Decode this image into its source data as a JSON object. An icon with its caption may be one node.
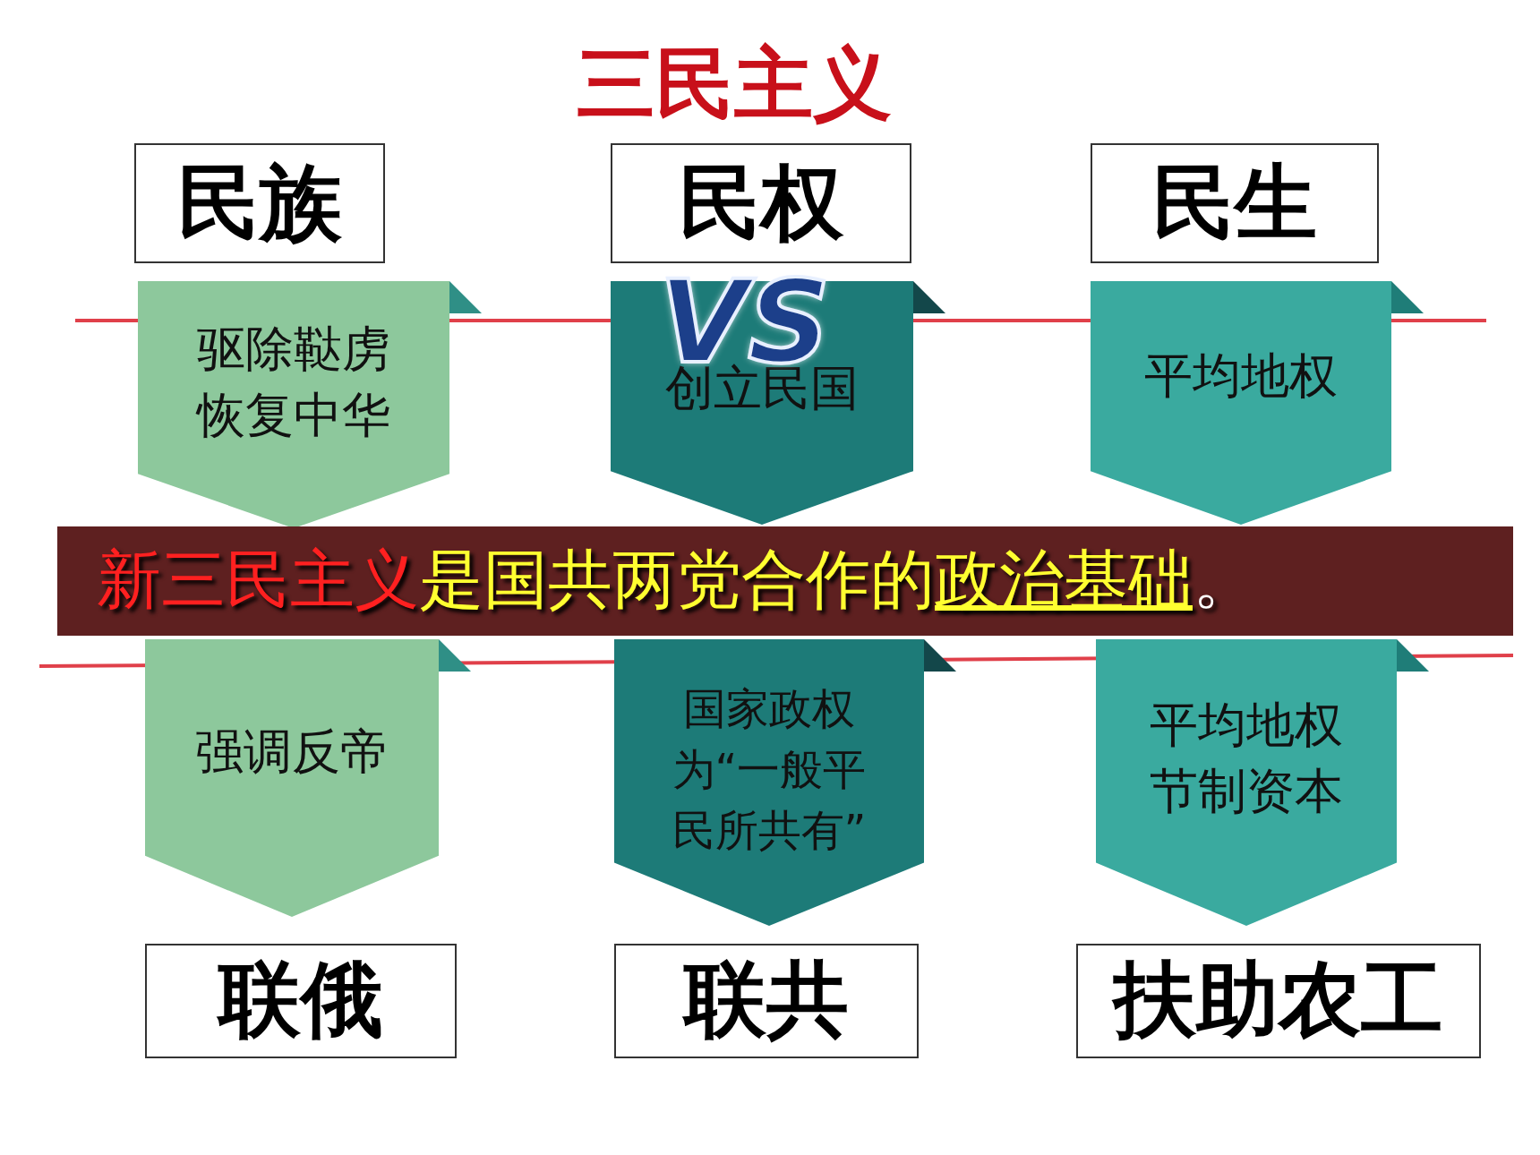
{
  "diagram": {
    "title": "三民主义",
    "nodes": [
      {
        "text": [
          "民族"
        ]
      },
      {
        "text": [
          "民权"
        ]
      },
      {
        "text": [
          "民生"
        ]
      },
      {
        "text": [
          "驱除鞑虏恢复中华"
        ]
      },
      {
        "text": [
          "创立民国"
        ]
      },
      {
        "text": [
          "平均地权"
        ]
      },
      {
        "text": [
          "新三民主义",
          "是国共两党合作的",
          "政治基础",
          "。"
        ]
      },
      {
        "text": [
          "强调反帝"
        ]
      },
      {
        "text": [
          "国家政权为“一般平民所共有”"
        ]
      },
      {
        "text": [
          "平均地权节制资本"
        ]
      },
      {
        "text": [
          "联俄"
        ]
      },
      {
        "text": [
          "联共"
        ]
      },
      {
        "text": [
          "扶助农工"
        ]
      }
    ],
    "edges": [],
    "labels": [
      "VS"
    ]
  }
}
